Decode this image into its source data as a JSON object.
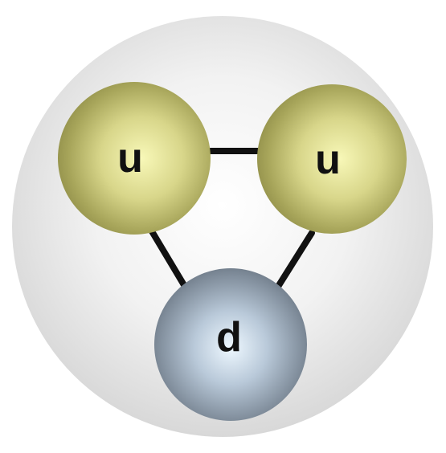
{
  "diagram": {
    "quarks": [
      {
        "label": "u",
        "color": "#9c9a4f",
        "highlight": "#f6f6b0"
      },
      {
        "label": "u",
        "color": "#9c9a4f",
        "highlight": "#f6f6b0"
      },
      {
        "label": "d",
        "color": "#6e7b8a",
        "highlight": "#e6f3ff"
      }
    ],
    "bond_color": "#111111",
    "container_color": "#e2e2e2"
  }
}
